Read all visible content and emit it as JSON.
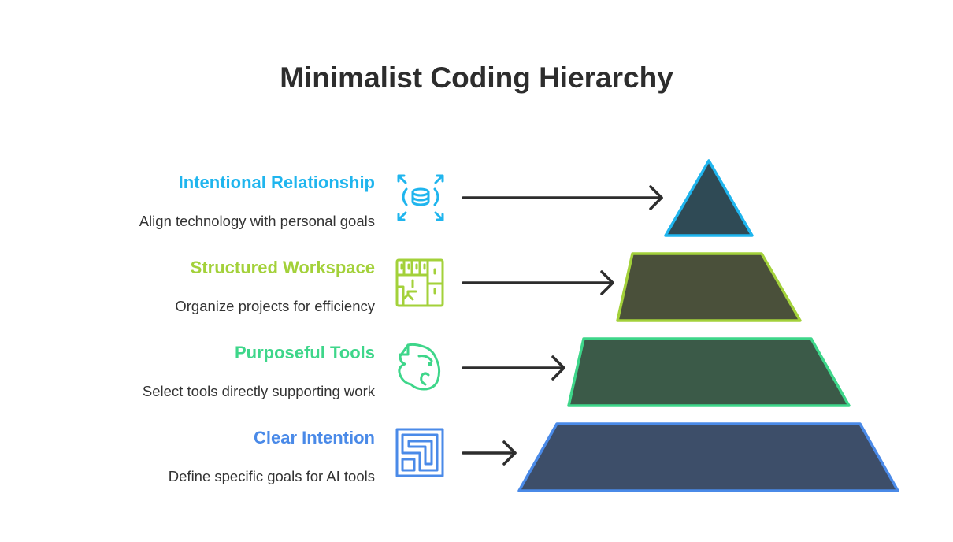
{
  "title": "Minimalist Coding Hierarchy",
  "levels": [
    {
      "title": "Intentional Relationship",
      "description": "Align technology with personal goals",
      "icon": "database-expand-icon",
      "color": "#1fb5ee",
      "fill": "#2f4a55"
    },
    {
      "title": "Structured Workspace",
      "description": "Organize projects for efficiency",
      "icon": "workspace-layout-icon",
      "color": "#a3d13a",
      "fill": "#4a503a"
    },
    {
      "title": "Purposeful Tools",
      "description": "Select tools directly supporting work",
      "icon": "elephant-icon",
      "color": "#3ed68a",
      "fill": "#3b5a48"
    },
    {
      "title": "Clear Intention",
      "description": "Define specific goals for AI tools",
      "icon": "frame-icon",
      "color": "#4a8ae8",
      "fill": "#3d4e69"
    }
  ]
}
